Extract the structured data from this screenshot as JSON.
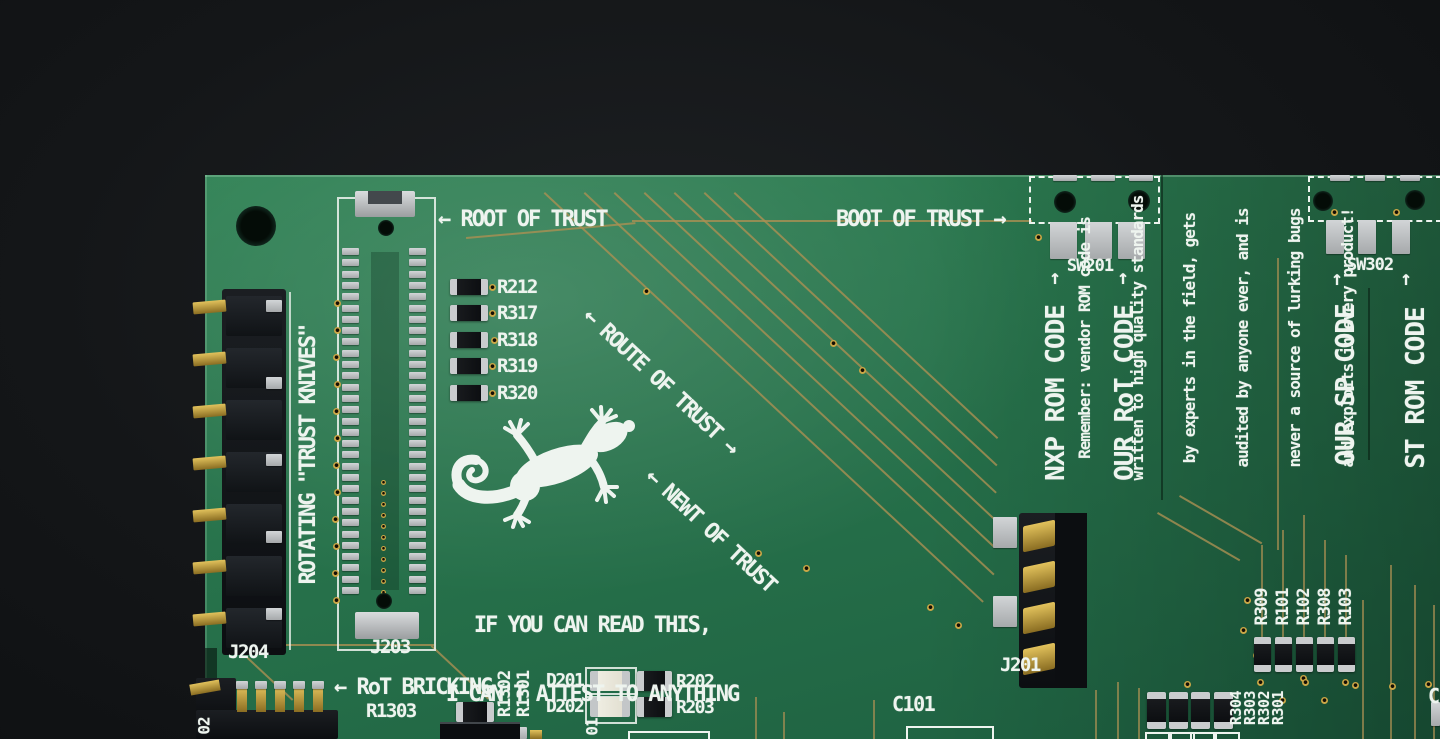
{
  "silk": {
    "root_of_trust": "← ROOT OF TRUST",
    "boot_of_trust": "BOOT OF TRUST →",
    "route_of_trust": "← ROUTE OF TRUST →",
    "newt_of_trust": "← NEWT OF TRUST",
    "attest_line1": "IF YOU CAN READ THIS,",
    "attest_line2": "I CAN'T ATTEST TO ANYTHING",
    "rotating_trust_knives": "ROTATING \"TRUST KNIVES\"",
    "rot_bricking": "← RoT BRICKING",
    "disclaimer_lines": [
      "Remember: vendor ROM code is",
      "written to high quality standards",
      "by experts in the field, gets",
      "audited by anyone ever, and is",
      "never a source of lurking bugs",
      "and exploits in every product!"
    ],
    "code_labels": [
      {
        "label": "NXP ROM CODE",
        "arrow": "↑"
      },
      {
        "label": "OUR RoT CODE",
        "arrow": "↑"
      },
      {
        "label": "OUR SP CODE",
        "arrow": "↑"
      },
      {
        "label": "ST ROM CODE",
        "arrow": "↑"
      }
    ]
  },
  "refs": {
    "sw201": "SW201",
    "sw302": "SW302",
    "j203": "J203",
    "j204": "J204",
    "j201": "J201",
    "j202_partial": "02",
    "r1303": "R1303",
    "r1302": "R1302",
    "r1301": "R1301",
    "d201": "D201",
    "d202": "D202",
    "r202": "R202",
    "r203": "R203",
    "c101": "C101",
    "partial_right_edge": "C",
    "partial_bottom_mid": "01",
    "resistors_left": [
      "R212",
      "R317",
      "R318",
      "R319",
      "R320"
    ],
    "resistors_right_vertical": [
      "R309",
      "R101",
      "R102",
      "R308",
      "R103"
    ],
    "resistors_right_bottom": [
      "R304",
      "R303",
      "R302",
      "R301"
    ]
  },
  "theme": {
    "board_green": "#27724b",
    "board_green_light": "#2f8154",
    "board_green_dark": "#1d5f40",
    "silkscreen": "#eef4ef",
    "trace_tan": "#ab9053",
    "gold": "#c9a646",
    "pad_silver": "#b9bcbe",
    "body_black": "#121417",
    "background": "#141618",
    "hole_dark": "#0a1510"
  }
}
